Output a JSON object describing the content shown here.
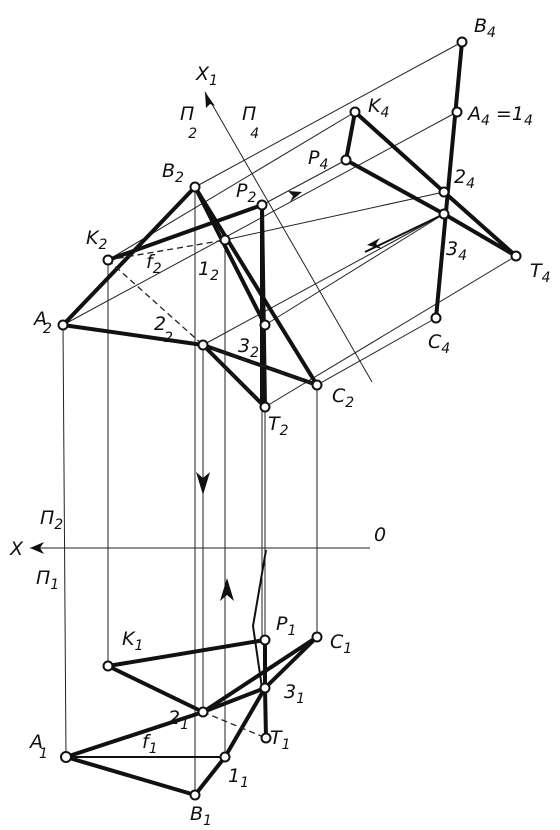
{
  "labels": {
    "B4": {
      "main": "B",
      "sub": "4"
    },
    "X1": {
      "main": "X",
      "sub": "1"
    },
    "P2_top": {
      "main": "П",
      "sub": "2"
    },
    "P4_top": {
      "main": "П",
      "sub": "4"
    },
    "K4": {
      "main": "K",
      "sub": "4"
    },
    "A4eq14": {
      "main": "A",
      "sub": "4",
      "extra": "=1",
      "extra_sub": "4"
    },
    "P4pt": {
      "main": "P",
      "sub": "4"
    },
    "2_4": {
      "main": "2",
      "sub": "4"
    },
    "B2": {
      "main": "B",
      "sub": "2"
    },
    "P2pt": {
      "main": "P",
      "sub": "2"
    },
    "K2": {
      "main": "K",
      "sub": "2"
    },
    "f2": {
      "main": "f",
      "sub": "2"
    },
    "1_2": {
      "main": "1",
      "sub": "2"
    },
    "3_4": {
      "main": "3",
      "sub": "4"
    },
    "T4": {
      "main": "T",
      "sub": "4"
    },
    "A2": {
      "main": "A",
      "sub": "2"
    },
    "2_2": {
      "main": "2",
      "sub": "2"
    },
    "C4": {
      "main": "C",
      "sub": "4"
    },
    "3_2": {
      "main": "3",
      "sub": "2"
    },
    "C2": {
      "main": "C",
      "sub": "2"
    },
    "T2": {
      "main": "T",
      "sub": "2"
    },
    "P2_axis": {
      "main": "П",
      "sub": "2"
    },
    "X_axis": {
      "main": "X",
      "sub": ""
    },
    "zero": {
      "main": "0",
      "sub": ""
    },
    "P1_axis": {
      "main": "П",
      "sub": "1"
    },
    "P1pt": {
      "main": "P",
      "sub": "1"
    },
    "K1": {
      "main": "K",
      "sub": "1"
    },
    "C1": {
      "main": "C",
      "sub": "1"
    },
    "3_1": {
      "main": "3",
      "sub": "1"
    },
    "2_1": {
      "main": "2",
      "sub": "1"
    },
    "A1": {
      "main": "A",
      "sub": "1"
    },
    "f1": {
      "main": "f",
      "sub": "1"
    },
    "T1": {
      "main": "T",
      "sub": "1"
    },
    "1_1": {
      "main": "1",
      "sub": "1"
    },
    "B1": {
      "main": "B",
      "sub": "1"
    }
  }
}
